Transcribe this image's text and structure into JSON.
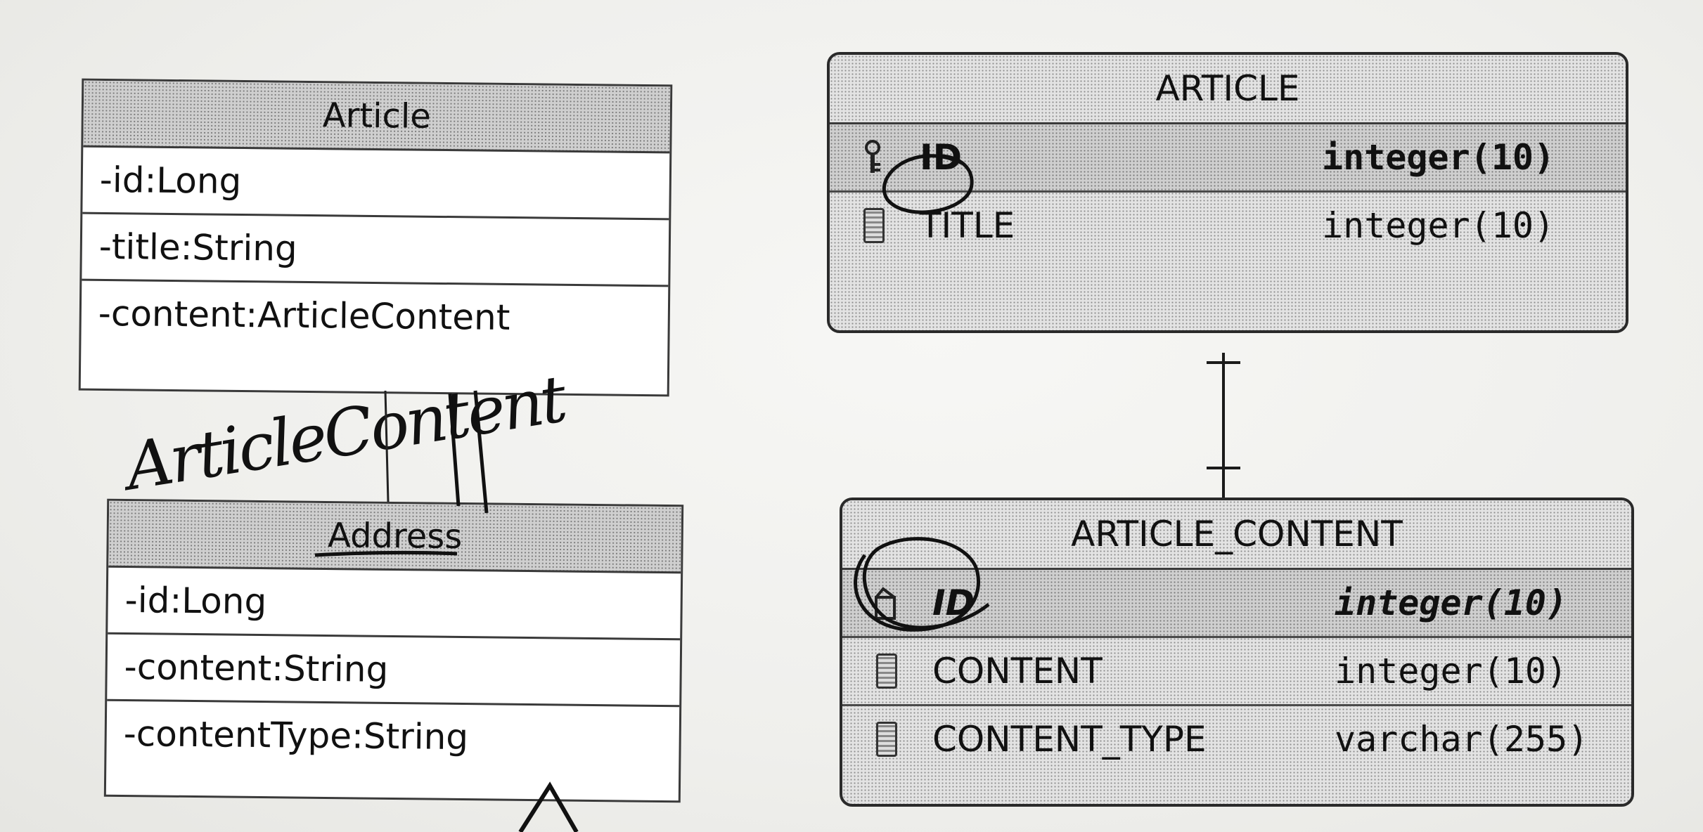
{
  "uml_article": {
    "title": "Article",
    "fields": [
      "-id:Long",
      "-title:String",
      "-content:ArticleContent"
    ]
  },
  "uml_address": {
    "title": "Address",
    "fields": [
      "-id:Long",
      "-content:String",
      "-contentType:String"
    ]
  },
  "handwritten_label": "ArticleContent",
  "er_article": {
    "title": "ARTICLE",
    "columns": [
      {
        "name": "ID",
        "type": "integer(10)",
        "primary_key": true
      },
      {
        "name": "TITLE",
        "type": "integer(10)",
        "primary_key": false
      }
    ]
  },
  "er_article_content": {
    "title": "ARTICLE_CONTENT",
    "columns": [
      {
        "name": "ID",
        "type": "integer(10)",
        "primary_key": true
      },
      {
        "name": "CONTENT",
        "type": "integer(10)",
        "primary_key": false
      },
      {
        "name": "CONTENT_TYPE",
        "type": "varchar(255)",
        "primary_key": false
      }
    ]
  },
  "relationship": "one-to-one",
  "colors": {
    "header_fill": "#cfcfcf",
    "ink": "#111111",
    "border": "#3a3a3a"
  }
}
